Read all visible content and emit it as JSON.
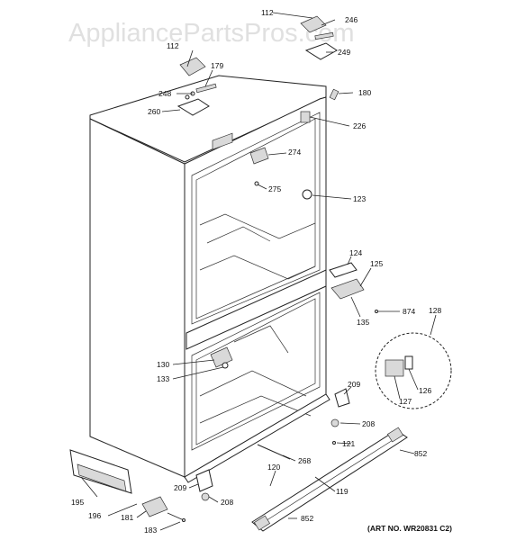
{
  "watermark": "AppliancePartsPros.com",
  "art_number": "(ART NO. WR20831 C2)",
  "callouts": [
    {
      "id": "c112a",
      "text": "112"
    },
    {
      "id": "c246a",
      "text": "246"
    },
    {
      "id": "c249",
      "text": "249"
    },
    {
      "id": "c112b",
      "text": "112"
    },
    {
      "id": "c179",
      "text": "179"
    },
    {
      "id": "c248",
      "text": "248"
    },
    {
      "id": "c260",
      "text": "260"
    },
    {
      "id": "c180",
      "text": "180"
    },
    {
      "id": "c226",
      "text": "226"
    },
    {
      "id": "c274",
      "text": "274"
    },
    {
      "id": "c275",
      "text": "275"
    },
    {
      "id": "c123",
      "text": "123"
    },
    {
      "id": "c124",
      "text": "124"
    },
    {
      "id": "c125",
      "text": "125"
    },
    {
      "id": "c135",
      "text": "135"
    },
    {
      "id": "c874",
      "text": "874"
    },
    {
      "id": "c128",
      "text": "128"
    },
    {
      "id": "c130",
      "text": "130"
    },
    {
      "id": "c133",
      "text": "133"
    },
    {
      "id": "c209a",
      "text": "209"
    },
    {
      "id": "c126",
      "text": "126"
    },
    {
      "id": "c127",
      "text": "127"
    },
    {
      "id": "c208a",
      "text": "208"
    },
    {
      "id": "c121",
      "text": "121"
    },
    {
      "id": "c852a",
      "text": "852"
    },
    {
      "id": "c268",
      "text": "268"
    },
    {
      "id": "c120",
      "text": "120"
    },
    {
      "id": "c209b",
      "text": "209"
    },
    {
      "id": "c208b",
      "text": "208"
    },
    {
      "id": "c119",
      "text": "119"
    },
    {
      "id": "c195",
      "text": "195"
    },
    {
      "id": "c196",
      "text": "196"
    },
    {
      "id": "c181",
      "text": "181"
    },
    {
      "id": "c183",
      "text": "183"
    },
    {
      "id": "c852b",
      "text": "852"
    }
  ]
}
